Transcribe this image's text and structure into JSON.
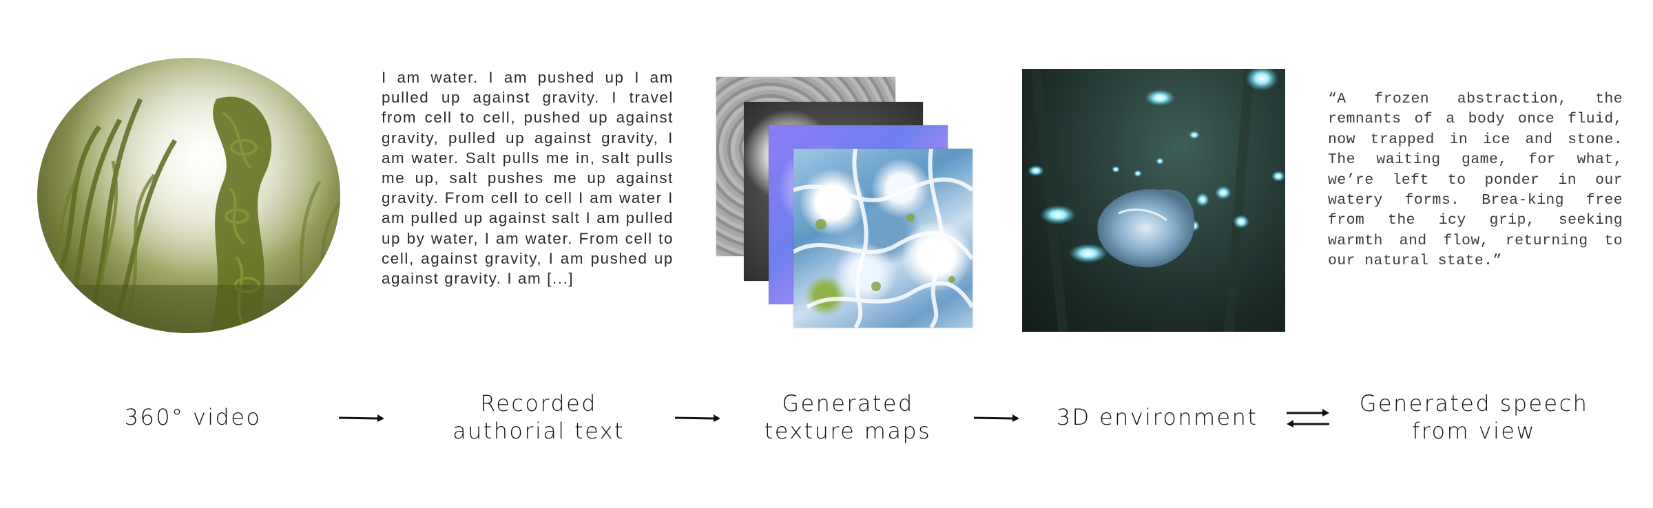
{
  "authorial_text": "I am water. I am pushed up I am pulled up against gravity. I travel from cell to cell, pushed up against gravity, pulled up against gravity, I am water. Salt pulls me in, salt pulls me up, salt pushes me up against gravity. From cell to cell I am water I am pulled up against salt I am pulled up by water, I am water. From cell to cell, against gravity, I am pushed up against gravity. I am [...]",
  "speech_text": "“A frozen abstraction, the remnants of a body once fluid, now trapped in ice and stone. The waiting game, for what, we’re left to ponder in our watery forms. Brea-king free from the icy grip, seeking warmth and flow, returning to our natural state.”",
  "stages": [
    {
      "line1": "360° video",
      "line2": ""
    },
    {
      "line1": "Recorded",
      "line2": "authorial text"
    },
    {
      "line1": "Generated",
      "line2": "texture maps"
    },
    {
      "line1": "3D environment",
      "line2": ""
    },
    {
      "line1": "Generated speech",
      "line2": "from view"
    }
  ]
}
